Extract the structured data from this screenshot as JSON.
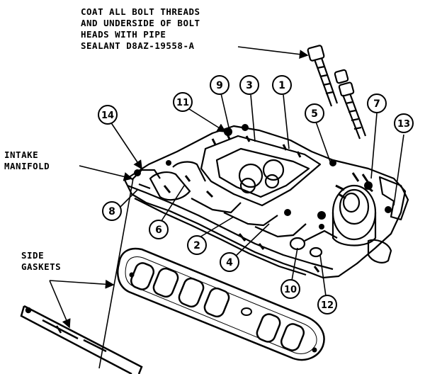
{
  "note_lines": [
    "COAT ALL BOLT THREADS",
    "AND UNDERSIDE OF BOLT",
    "HEADS WITH PIPE",
    "SEALANT D8AZ-19558-A"
  ],
  "labels": {
    "intake_1": "INTAKE",
    "intake_2": "MANIFOLD",
    "side_1": "SIDE",
    "side_2": "GASKETS"
  },
  "callouts": [
    "1",
    "2",
    "3",
    "4",
    "5",
    "6",
    "7",
    "8",
    "9",
    "10",
    "11",
    "12",
    "13",
    "14"
  ],
  "colors": {
    "ink": "#000000",
    "paper": "#ffffff"
  }
}
